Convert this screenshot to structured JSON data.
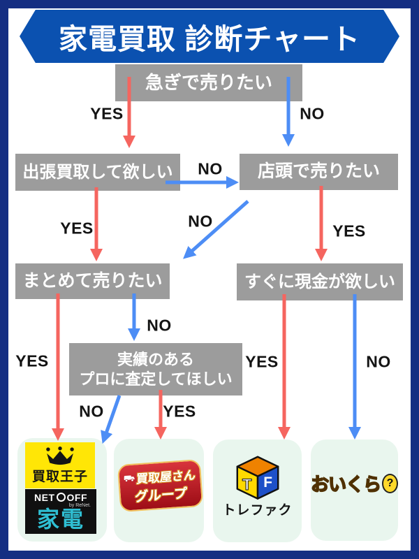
{
  "title": "家電買取 診断チャート",
  "branch_labels": {
    "yes": "YES",
    "no": "NO"
  },
  "questions": {
    "urgent": "急ぎで売りたい",
    "home_pickup": "出張買取して欲しい",
    "in_store": "店頭で売りたい",
    "bulk": "まとめて売りたい",
    "cash_now": "すぐに現金が欲しい",
    "pro_line1": "実績のある",
    "pro_line2": "プロに査定してほしい"
  },
  "services": {
    "kaitori_oji": {
      "name": "買取王子",
      "partner_net": "NET",
      "partner_off": "OFF",
      "partner_by": "by ReNet.",
      "partner_category": "家電"
    },
    "kaitoriya_group": {
      "line1": "買取屋さん",
      "line2": "グループ"
    },
    "trefac": {
      "cube_t": "T",
      "cube_f": "F",
      "name": "トレファク"
    },
    "oikura": {
      "name": "おいくら",
      "mark": "?"
    }
  },
  "colors": {
    "frame_navy": "#152E82",
    "banner_blue": "#0B51B0",
    "box_gray": "#9C9C9C",
    "yes_arrow_red": "#F5655F",
    "no_arrow_blue": "#4D8DF5",
    "card_mint": "#E9F6EE"
  }
}
